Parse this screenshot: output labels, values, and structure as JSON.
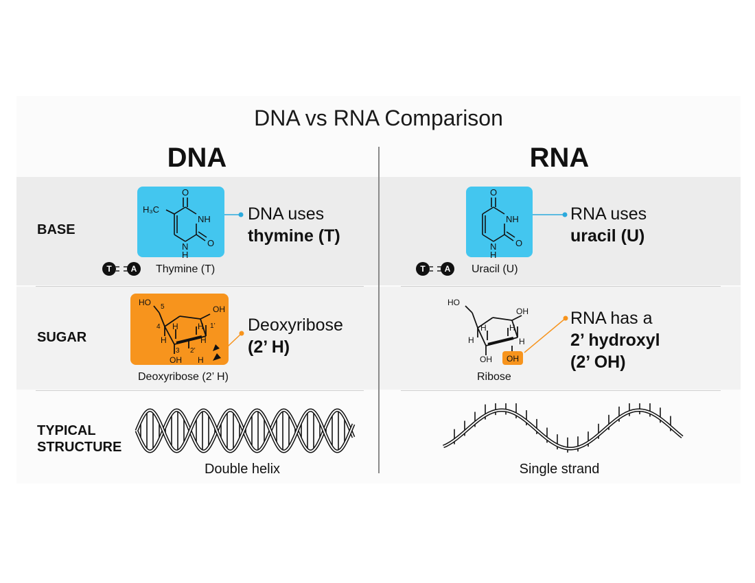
{
  "title": "DNA vs RNA Comparison",
  "columns": {
    "dna": "DNA",
    "rna": "RNA"
  },
  "rows": {
    "base": "BASE",
    "sugar": "SUGAR",
    "structure_line1": "TYPICAL",
    "structure_line2": "STRUCTURE"
  },
  "dna": {
    "base_note_line1": "DNA uses",
    "base_note_bold": "thymine (T)",
    "base_caption": "Thymine (T)",
    "sugar_note_line1": "Deoxyribose",
    "sugar_note_line2": "(2’ H)",
    "sugar_caption": "Deoxyribose (2’ H)",
    "structure_caption": "Double helix"
  },
  "rna": {
    "base_note_line1": "RNA uses",
    "base_note_bold": "uracil (U)",
    "base_caption": "Uracil (U)",
    "sugar_note_line1": "RNA has a",
    "sugar_note_bold1": "2’ hydroxyl",
    "sugar_note_bold2": "(2’ OH)",
    "sugar_caption": "Ribose",
    "structure_caption": "Single strand"
  },
  "pair_tag": {
    "left": "T",
    "right": "A"
  },
  "molecule_labels": {
    "thymine": {
      "ch3": "H₃C",
      "o_top": "O",
      "nh": "NH",
      "o_right": "O",
      "n": "N",
      "h": "H"
    },
    "uracil": {
      "o_top": "O",
      "nh": "NH",
      "o_right": "O",
      "n": "N",
      "h": "H"
    },
    "deoxyribose": {
      "ho": "HO",
      "c5": "5",
      "c4": "4",
      "c3": "3",
      "c2": "2’",
      "c1": "1’",
      "oh_ring": "OH",
      "h": "H",
      "oh_bottom": "OH"
    },
    "ribose": {
      "ho": "HO",
      "oh_ring": "OH",
      "h": "H",
      "oh_3": "OH",
      "oh_2": "OH"
    }
  },
  "colors": {
    "base_highlight": "#43c6ef",
    "sugar_highlight": "#f7941d",
    "connector_blue": "#2ba9dc",
    "connector_orange": "#f7941d"
  }
}
